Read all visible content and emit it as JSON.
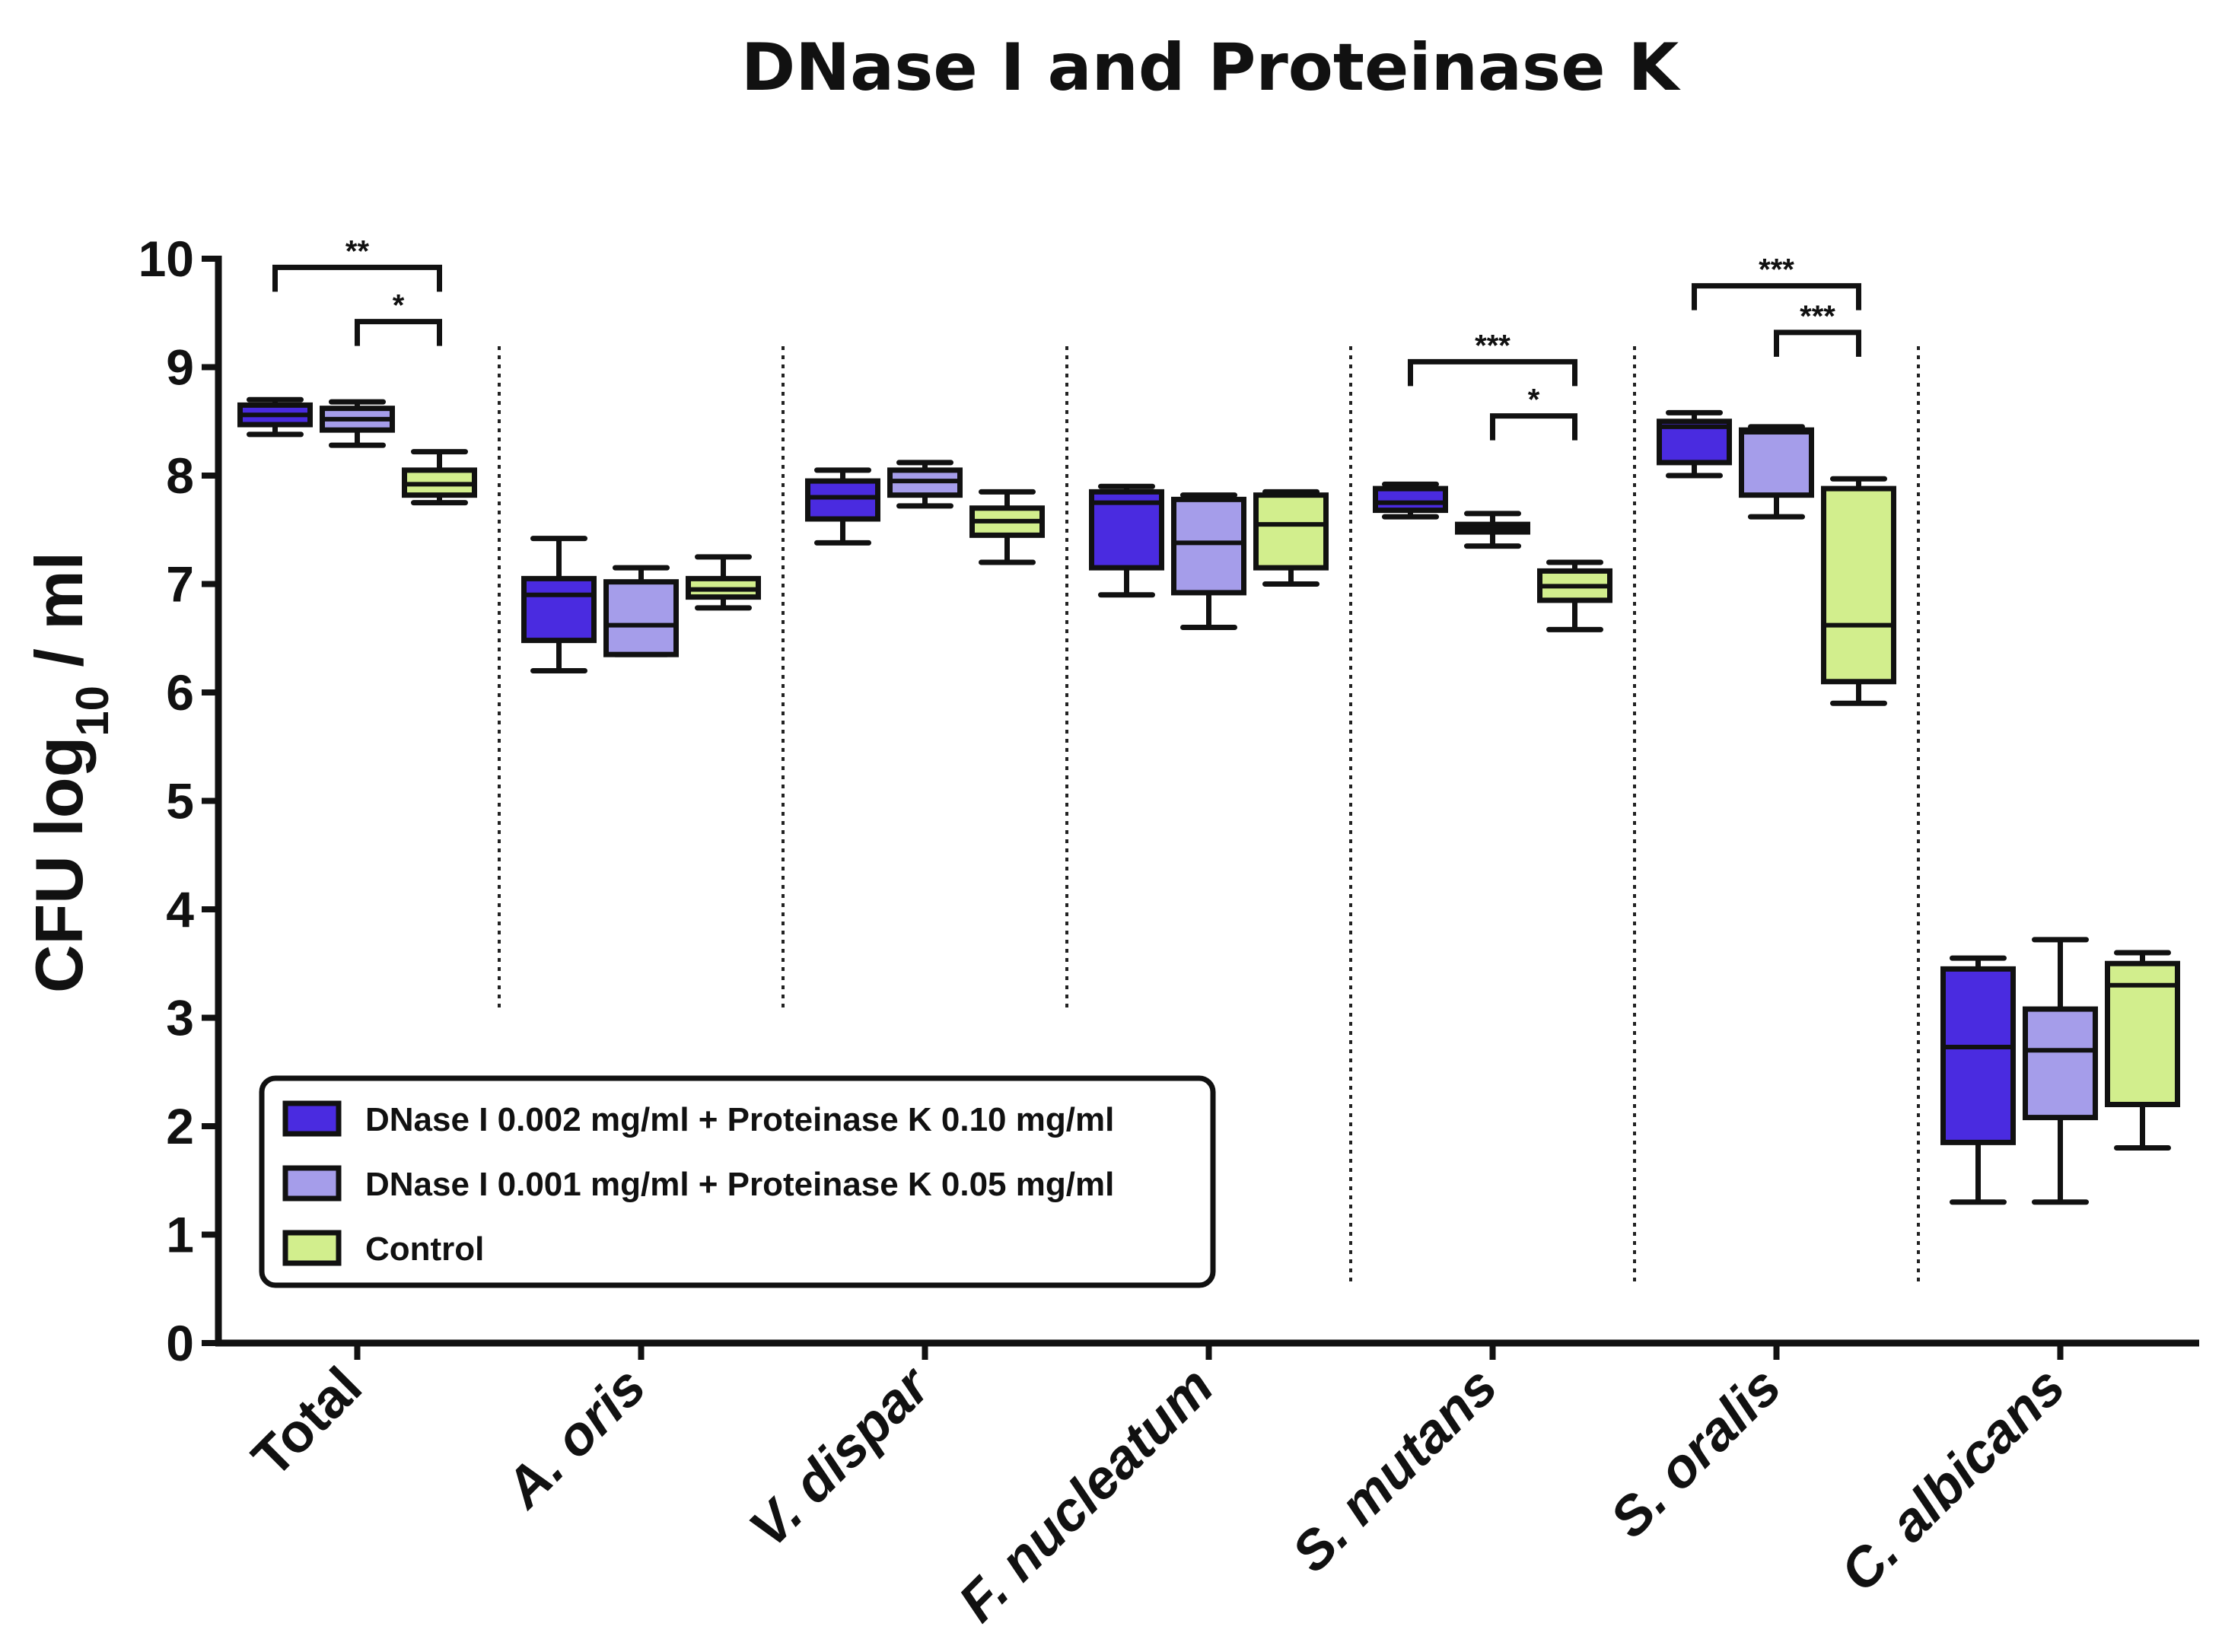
{
  "chart_data": {
    "type": "box",
    "title": "DNase I and Proteinase K",
    "ylabel_main": "CFU log",
    "ylabel_sub": "10",
    "ylabel_tail": " / ml",
    "ylim": [
      0,
      10
    ],
    "yticks": [
      "0",
      "1",
      "2",
      "3",
      "4",
      "5",
      "6",
      "7",
      "8",
      "9",
      "10"
    ],
    "categories": [
      "Total",
      "A. oris",
      "V. dispar",
      "F. nucleatum",
      "S. mutans",
      "S. oralis",
      "C. albicans"
    ],
    "italic_categories": [
      false,
      true,
      true,
      true,
      true,
      true,
      true
    ],
    "series": [
      {
        "name": "DNase I 0.002 mg/ml + Proteinase K 0.10 mg/ml",
        "color": "#4A2BE0",
        "boxes": [
          {
            "min": 8.38,
            "q1": 8.47,
            "median": 8.56,
            "q3": 8.65,
            "max": 8.7
          },
          {
            "min": 6.2,
            "q1": 6.48,
            "median": 6.9,
            "q3": 7.05,
            "max": 7.42
          },
          {
            "min": 7.38,
            "q1": 7.6,
            "median": 7.8,
            "q3": 7.95,
            "max": 8.05
          },
          {
            "min": 6.9,
            "q1": 7.15,
            "median": 7.75,
            "q3": 7.85,
            "max": 7.9
          },
          {
            "min": 7.62,
            "q1": 7.68,
            "median": 7.75,
            "q3": 7.88,
            "max": 7.92
          },
          {
            "min": 8.0,
            "q1": 8.12,
            "median": 8.45,
            "q3": 8.5,
            "max": 8.58
          },
          {
            "min": 1.3,
            "q1": 1.85,
            "median": 2.73,
            "q3": 3.45,
            "max": 3.55
          }
        ]
      },
      {
        "name": "DNase I 0.001 mg/ml + Proteinase K 0.05 mg/ml",
        "color": "#A59DEA",
        "boxes": [
          {
            "min": 8.28,
            "q1": 8.42,
            "median": 8.52,
            "q3": 8.62,
            "max": 8.68
          },
          {
            "min": 6.35,
            "q1": 6.35,
            "median": 6.62,
            "q3": 7.02,
            "max": 7.15
          },
          {
            "min": 7.72,
            "q1": 7.82,
            "median": 7.95,
            "q3": 8.05,
            "max": 8.12
          },
          {
            "min": 6.6,
            "q1": 6.92,
            "median": 7.38,
            "q3": 7.78,
            "max": 7.82
          },
          {
            "min": 7.35,
            "q1": 7.48,
            "median": 7.52,
            "q3": 7.55,
            "max": 7.65
          },
          {
            "min": 7.62,
            "q1": 7.82,
            "median": 8.4,
            "q3": 8.42,
            "max": 8.45
          },
          {
            "min": 1.3,
            "q1": 2.08,
            "median": 2.7,
            "q3": 3.08,
            "max": 3.72
          }
        ]
      },
      {
        "name": "Control",
        "color": "#D2EE8D",
        "boxes": [
          {
            "min": 7.75,
            "q1": 7.82,
            "median": 7.92,
            "q3": 8.05,
            "max": 8.22
          },
          {
            "min": 6.78,
            "q1": 6.88,
            "median": 6.95,
            "q3": 7.05,
            "max": 7.25
          },
          {
            "min": 7.2,
            "q1": 7.45,
            "median": 7.58,
            "q3": 7.7,
            "max": 7.85
          },
          {
            "min": 7.0,
            "q1": 7.15,
            "median": 7.55,
            "q3": 7.82,
            "max": 7.85
          },
          {
            "min": 6.58,
            "q1": 6.85,
            "median": 6.98,
            "q3": 7.12,
            "max": 7.2
          },
          {
            "min": 5.9,
            "q1": 6.1,
            "median": 6.62,
            "q3": 7.88,
            "max": 7.97
          },
          {
            "min": 1.8,
            "q1": 2.2,
            "median": 3.3,
            "q3": 3.5,
            "max": 3.6
          }
        ]
      }
    ],
    "significance": [
      {
        "category": 0,
        "from": 0,
        "to": 2,
        "y": 9.92,
        "label": "**"
      },
      {
        "category": 0,
        "from": 1,
        "to": 2,
        "y": 9.42,
        "label": "*"
      },
      {
        "category": 4,
        "from": 0,
        "to": 2,
        "y": 9.05,
        "label": "***"
      },
      {
        "category": 4,
        "from": 1,
        "to": 2,
        "y": 8.55,
        "label": "*"
      },
      {
        "category": 5,
        "from": 0,
        "to": 2,
        "y": 9.75,
        "label": "***"
      },
      {
        "category": 5,
        "from": 1,
        "to": 2,
        "y": 9.32,
        "label": "***"
      }
    ],
    "legend_position": "bottom-left",
    "grid": false
  }
}
